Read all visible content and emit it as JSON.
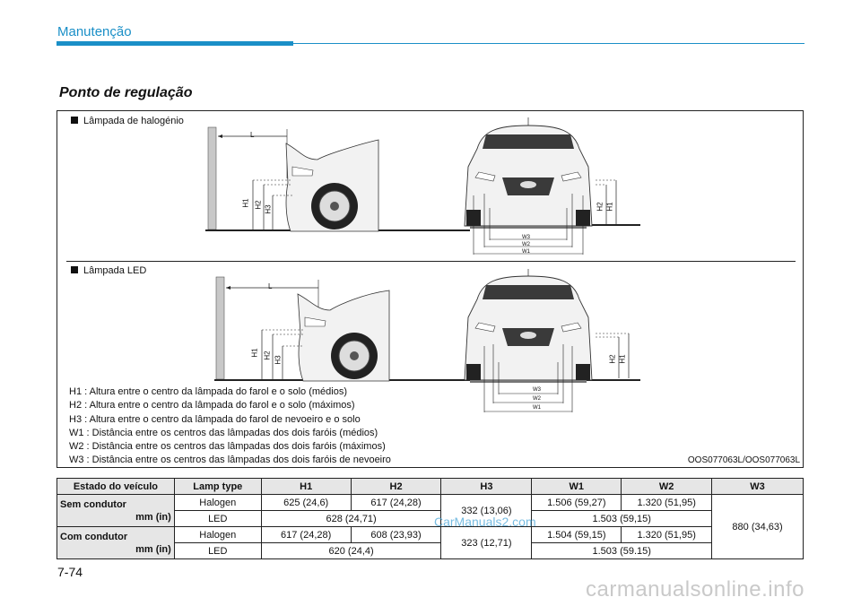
{
  "header": {
    "section": "Manutenção"
  },
  "subtitle": "Ponto de regulação",
  "figure": {
    "halogen_label": "Lâmpada de halogénio",
    "led_label": "Lâmpada LED",
    "dim": {
      "L": "L",
      "H1": "H1",
      "H2": "H2",
      "H3": "H3",
      "W1": "W1",
      "W2": "W2",
      "W3": "W3"
    },
    "legend": [
      "H1 : Altura entre o centro da lâmpada do farol e o solo (médios)",
      "H2 : Altura entre o centro da lâmpada do farol e o solo (máximos)",
      "H3 : Altura entre o centro da lâmpada do farol de nevoeiro e o solo",
      "W1 : Distância entre os centros das lâmpadas dos dois faróis (médios)",
      "W2 : Distância entre os centros das lâmpadas dos dois faróis (máximos)",
      "W3 : Distância entre os centros das lâmpadas dos dois faróis de nevoeiro"
    ],
    "code": "OOS077063L/OOS077063L"
  },
  "table": {
    "headers": [
      "Estado do veículo",
      "Lamp type",
      "H1",
      "H2",
      "H3",
      "W1",
      "W2",
      "W3"
    ],
    "sem": {
      "state_line1": "Sem condutor",
      "state_line2": "mm (in)",
      "halogen": {
        "type": "Halogen",
        "h1": "625 (24,6)",
        "h2": "617 (24,28)",
        "w1": "1.506 (59,27)",
        "w2": "1.320 (51,95)"
      },
      "led": {
        "type": "LED",
        "h12": "628 (24,71)",
        "w12": "1.503 (59,15)"
      },
      "h3": "332 (13,06)"
    },
    "com": {
      "state_line1": "Com condutor",
      "state_line2": "mm (in)",
      "halogen": {
        "type": "Halogen",
        "h1": "617 (24,28)",
        "h2": "608 (23,93)",
        "w1": "1.504 (59,15)",
        "w2": "1.320 (51,95)"
      },
      "led": {
        "type": "LED",
        "h12": "620 (24,4)",
        "w12": "1.503 (59.15)"
      },
      "h3": "323 (12,71)"
    },
    "w3": "880 (34,63)"
  },
  "page_number": "7-74",
  "watermark": "CarManuals2.com",
  "footer_watermark": "carmanualsonline.info"
}
